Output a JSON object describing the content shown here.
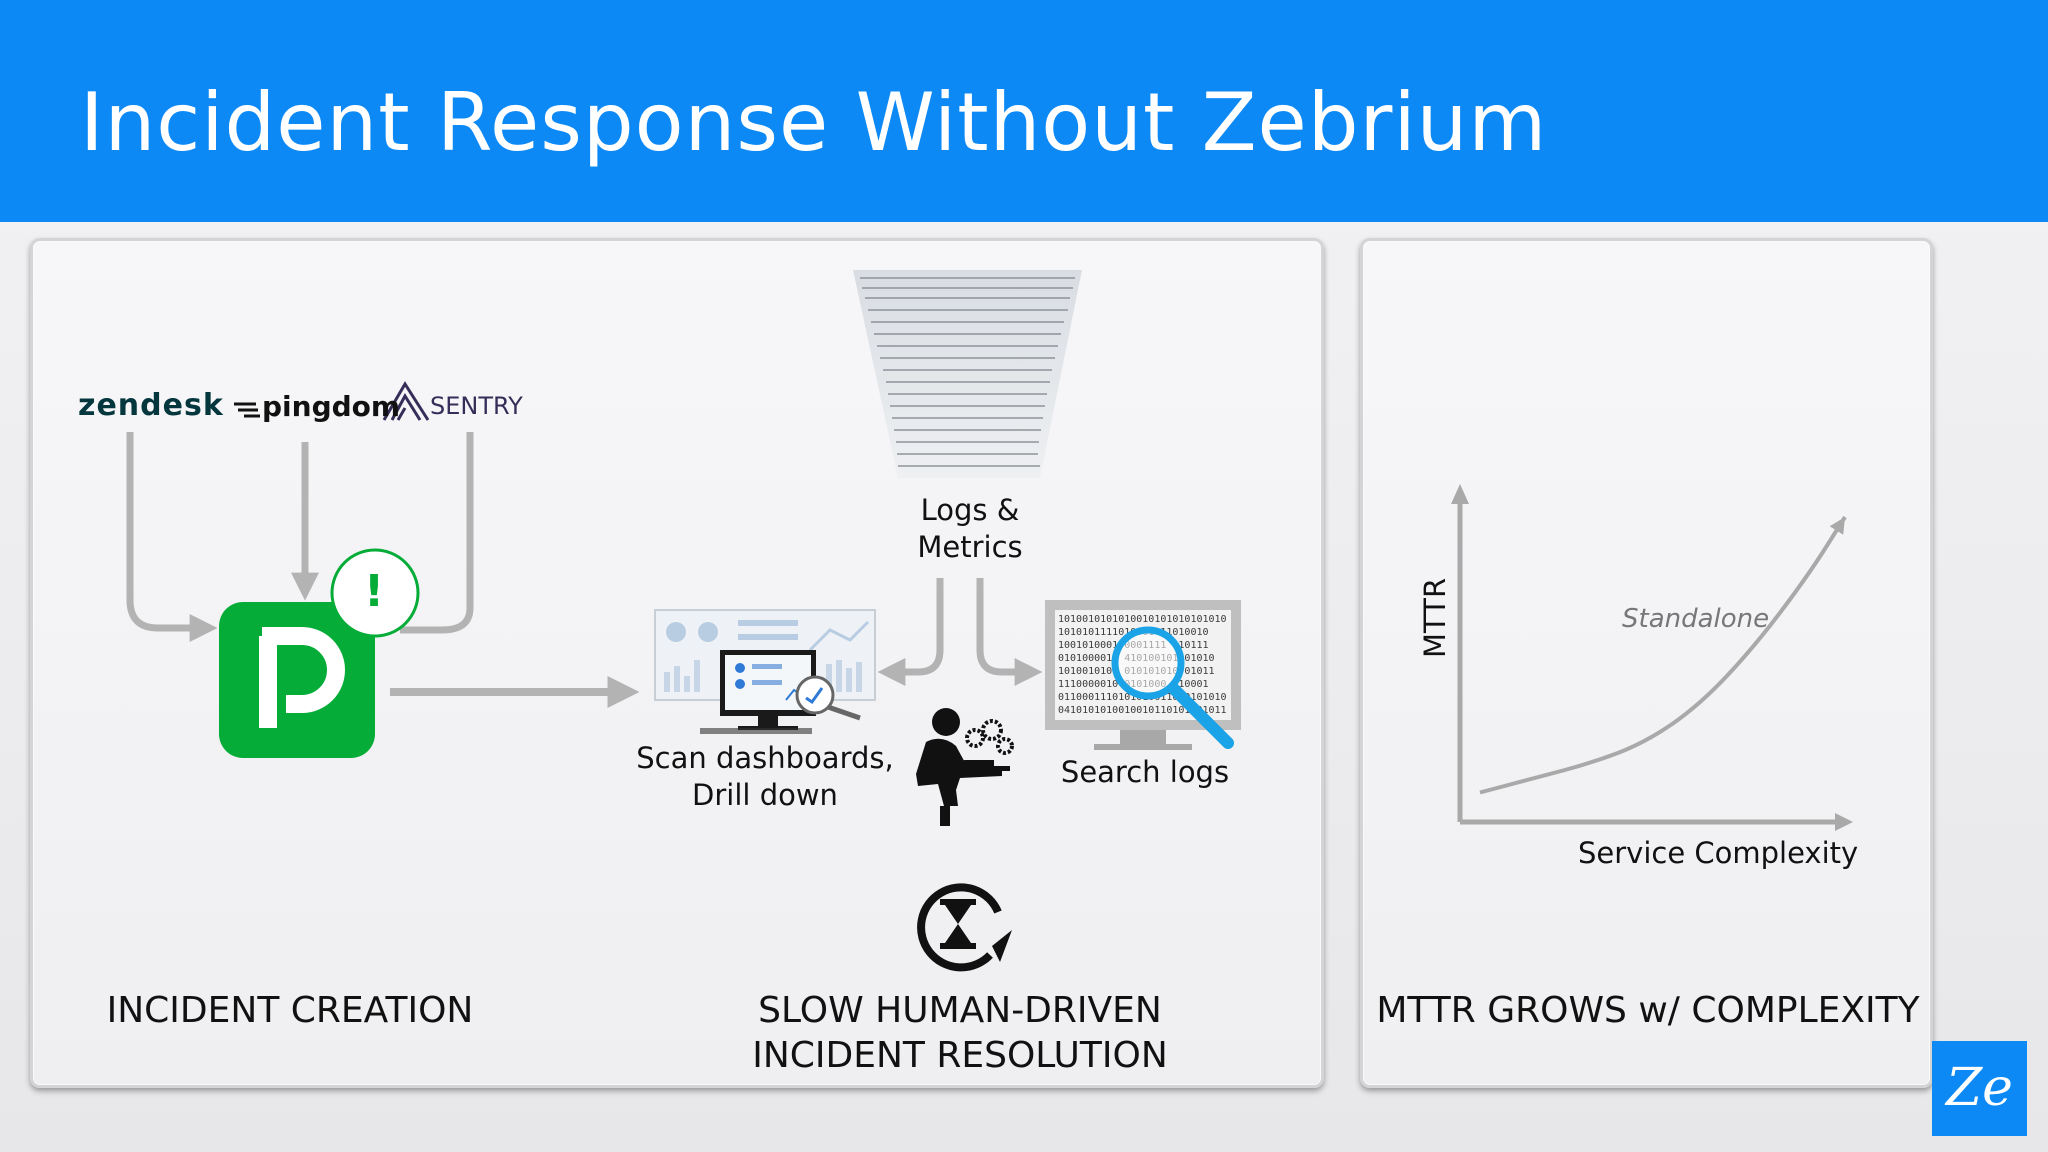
{
  "slide": {
    "title": "Incident Response Without Zebrium"
  },
  "sources": {
    "zendesk_label": "zendesk",
    "pingdom_label": "pingdom",
    "sentry_label": "SENTRY"
  },
  "pagerduty": {
    "logo_letter": "P",
    "alert_symbol": "!"
  },
  "steps": {
    "logs_metrics_line1": "Logs &",
    "logs_metrics_line2": "Metrics",
    "scan_line1": "Scan dashboards,",
    "scan_line2": "Drill down",
    "search_logs": "Search logs",
    "binary_rows": [
      "1010010101010010101010101010",
      "1010101111010001011010010",
      "1001010001  0001111 010111",
      "0101000010  410100101 01010",
      "1010010101  010101010 01011",
      "1110000010  0101000 010001",
      "0110001110101010011010101010",
      "0410101010010010110101001011"
    ]
  },
  "captions": {
    "incident_creation": "INCIDENT CREATION",
    "slow_line1": "SLOW HUMAN-DRIVEN",
    "slow_line2": "INCIDENT RESOLUTION",
    "mttr_grows": "MTTR GROWS w/ COMPLEXITY"
  },
  "chart_data": {
    "type": "line",
    "title": "",
    "xlabel": "Service Complexity",
    "ylabel": "MTTR",
    "series": [
      {
        "name": "Standalone",
        "x": [
          0,
          0.15,
          0.3,
          0.45,
          0.6,
          0.75,
          0.9,
          1.0
        ],
        "y": [
          0.05,
          0.1,
          0.15,
          0.22,
          0.35,
          0.55,
          0.8,
          1.0
        ]
      }
    ],
    "xlim": [
      0,
      1
    ],
    "ylim": [
      0,
      1
    ],
    "grid": false,
    "tick_labels": false
  },
  "badge": {
    "text": "Ze"
  },
  "colors": {
    "header_blue": "#0d89f6",
    "pagerduty_green": "#06ac38",
    "arrow_gray": "#b3b3b3",
    "magnifier_blue": "#1aa3e6"
  }
}
